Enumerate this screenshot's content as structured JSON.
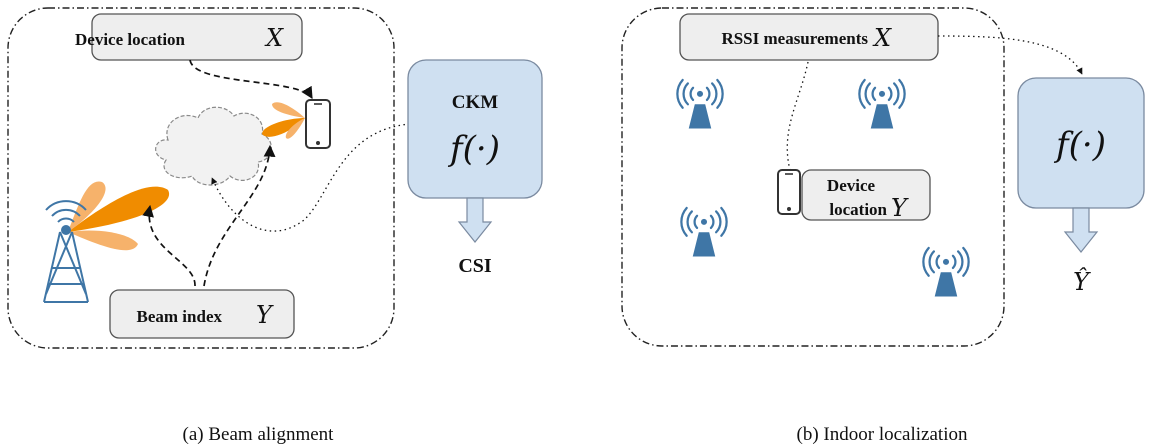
{
  "panel_a": {
    "device_location_label": "Device location",
    "device_location_var": "X",
    "beam_index_label": "Beam index",
    "beam_index_var": "Y",
    "model_title": "CKM",
    "model_function": "f(·)",
    "output_label": "CSI",
    "caption": "(a)  Beam alignment"
  },
  "panel_b": {
    "rssi_label": "RSSI measurements",
    "rssi_var": "X",
    "device_location_line1": "Device",
    "device_location_line2": "location",
    "device_location_var": "Y",
    "model_function": "f(·)",
    "output_label": "Ŷ",
    "caption": "(b)  Indoor localization"
  },
  "colors": {
    "gray_box": "#eeeeee",
    "blue_box": "#cfe0f1",
    "beam_main": "#f08c00",
    "beam_side": "#f6b26b",
    "access_point": "#3f76a6"
  },
  "icons": [
    "phone-icon",
    "tower-icon",
    "cloud-icon",
    "wifi-access-point-icon"
  ]
}
